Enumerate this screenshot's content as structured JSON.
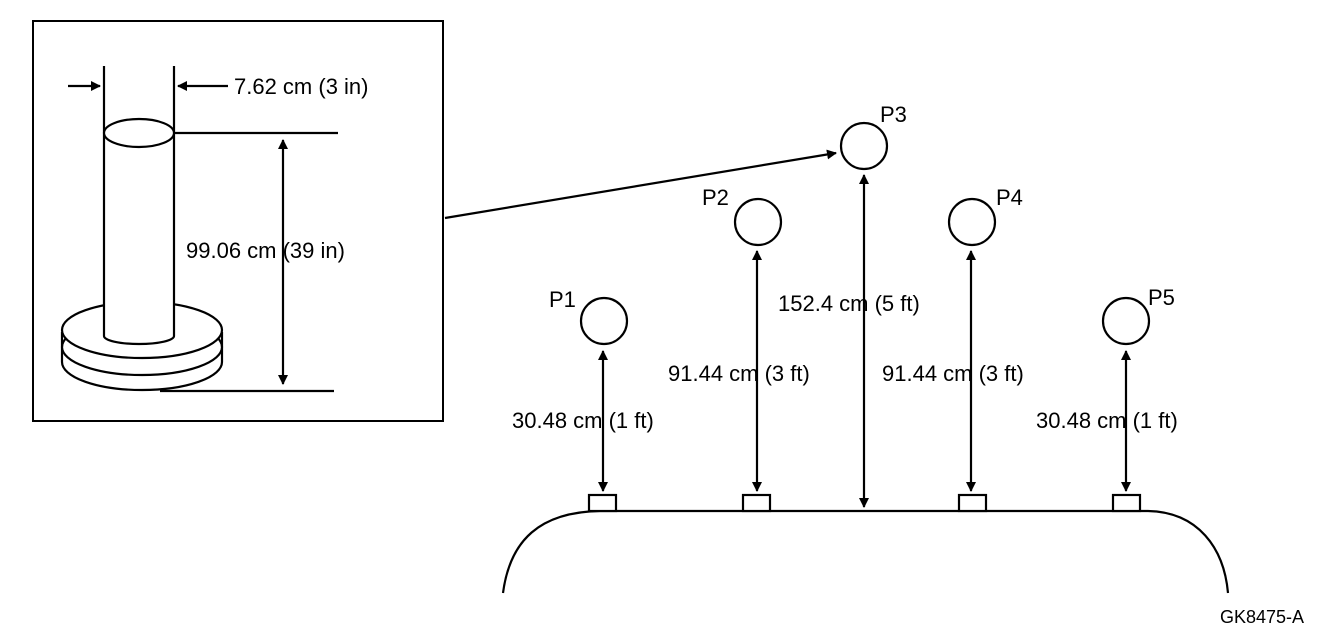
{
  "inset": {
    "diameter_label": "7.62 cm (3 in)",
    "height_label": "99.06 cm (39 in)"
  },
  "positions": [
    {
      "id": "P1",
      "distance_label": "30.48 cm (1 ft)"
    },
    {
      "id": "P2",
      "distance_label": "91.44 cm (3 ft)"
    },
    {
      "id": "P3",
      "distance_label": "152.4 cm (5 ft)"
    },
    {
      "id": "P4",
      "distance_label": "91.44 cm (3 ft)"
    },
    {
      "id": "P5",
      "distance_label": "30.48 cm (1 ft)"
    }
  ],
  "figure_code": "GK8475-A"
}
